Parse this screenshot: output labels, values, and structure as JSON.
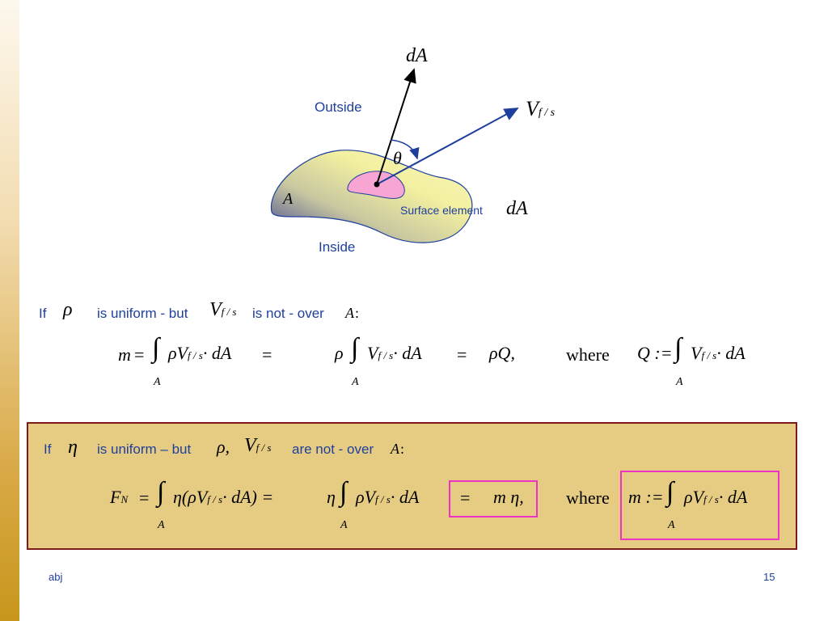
{
  "diagram": {
    "vec_dA_top": "dA",
    "vec_V": "V",
    "vec_V_sub": "f / s",
    "label_outside": "Outside",
    "label_inside": "Inside",
    "label_theta": "θ",
    "label_A": "A",
    "surface_element_text": "Surface element",
    "surface_element_symbol": "dA"
  },
  "line1": {
    "if_word": "If",
    "rho": "ρ",
    "text1": "is uniform - but",
    "V": "V",
    "V_sub": "f / s",
    "text2": "is not -  over",
    "A": "A",
    "colon": ":"
  },
  "eq1": {
    "mdot": "m",
    "equals": "=",
    "integral": "∫",
    "limit": "A",
    "rho": "ρ",
    "V": "V",
    "V_sub": "f / s",
    "dot_dA": "· dA",
    "rhoQ": "ρQ,",
    "where": "where",
    "Q_def": "Q :=",
    "eq_a": "=",
    "eq_b": "="
  },
  "box": {
    "if_word": "If",
    "eta": "η",
    "text1": "is uniform – but",
    "rho_comma": "ρ,",
    "V": "V",
    "V_sub": "f / s",
    "text2": "are not - over",
    "A": "A",
    "colon": ":",
    "FN": "F",
    "FN_sub": "N",
    "equals": "=",
    "integral": "∫",
    "limit": "A",
    "eta_paren": "η(ρ",
    "dot_dA_close": "· dA) =",
    "eta2": "η",
    "rho": "ρ",
    "dot_dA": "· dA",
    "eq_boxed": "=",
    "mdot_eta": "m η,",
    "where": "where",
    "mdot_def": "m :=",
    "rho2": "ρ"
  },
  "footer": {
    "author": "abj",
    "page": "15"
  },
  "colors": {
    "blue_text": "#1f3f9c",
    "box_fill": "#e6cc83",
    "box_border": "#7b1b1b",
    "highlight": "#ee33c4",
    "surface_element": "#f7a6d4"
  }
}
